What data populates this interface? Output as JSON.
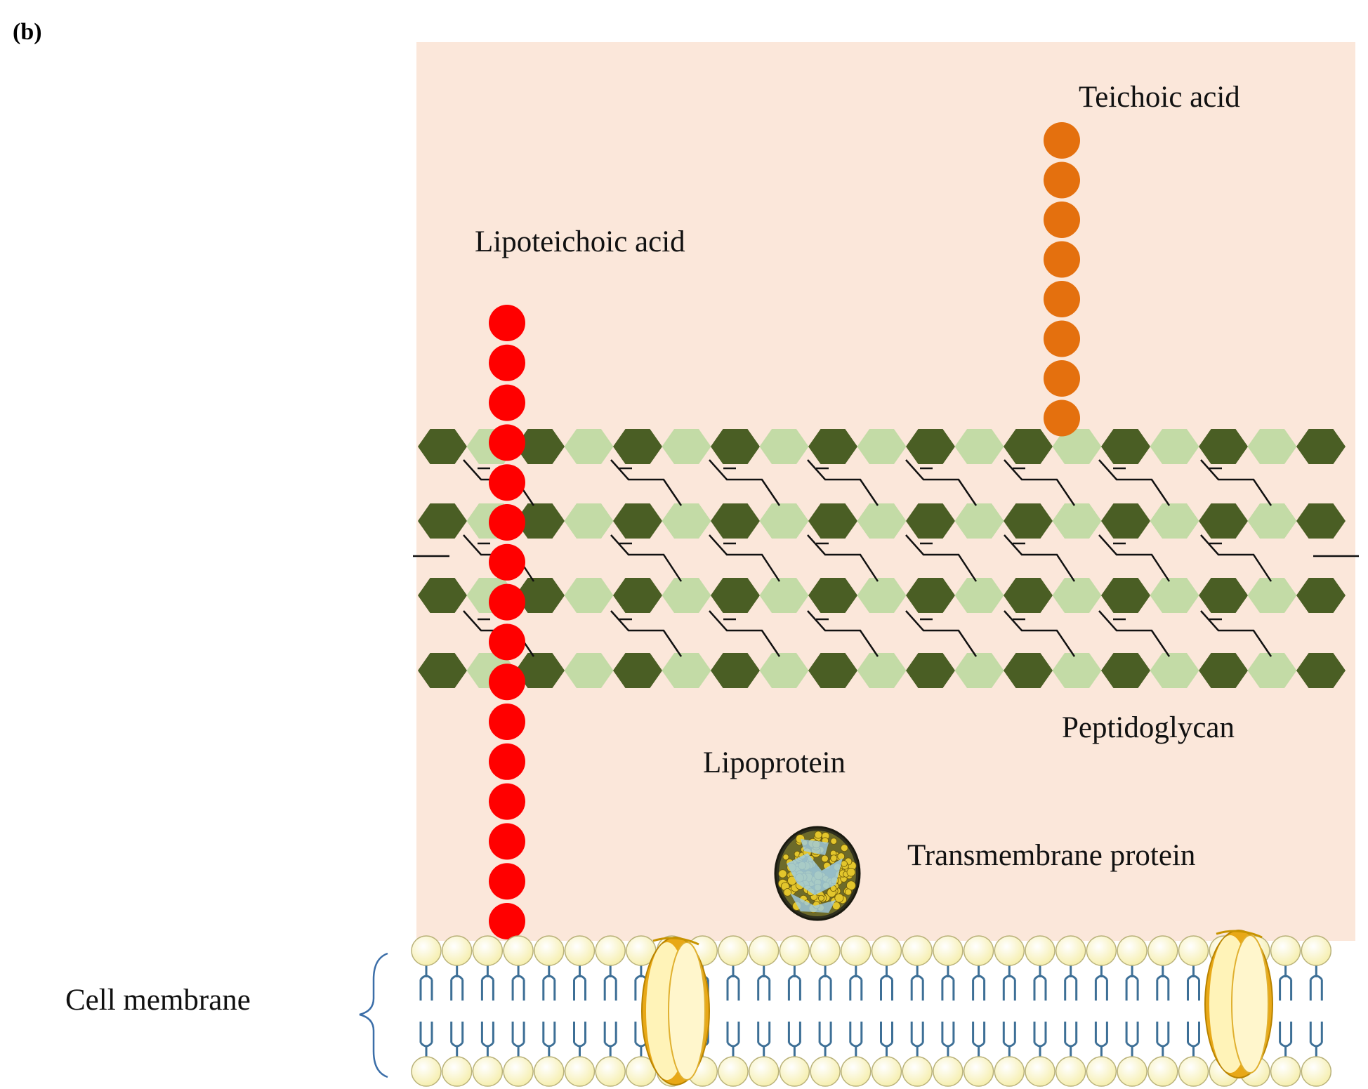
{
  "panel_label": "(b)",
  "labels": {
    "teichoic_acid": "Teichoic acid",
    "lipoteichoic_acid": "Lipoteichoic acid",
    "peptidoglycan": "Peptidoglycan",
    "lipoprotein": "Lipoprotein",
    "transmembrane_protein": "Transmembrane protein",
    "cell_membrane": "Cell membrane"
  },
  "colors": {
    "background_panel": "#fbe7da",
    "peptidoglycan_dark": "#4a5e24",
    "peptidoglycan_light": "#c3dba6",
    "lipoteichoic_acid": "#ff0000",
    "teichoic_acid": "#e4700e",
    "lipid_head": "#fbf6c4",
    "lipid_tail": "#3d6f96",
    "channel_protein": "#f2c232",
    "membrane_brace": "#3b6ea8"
  }
}
